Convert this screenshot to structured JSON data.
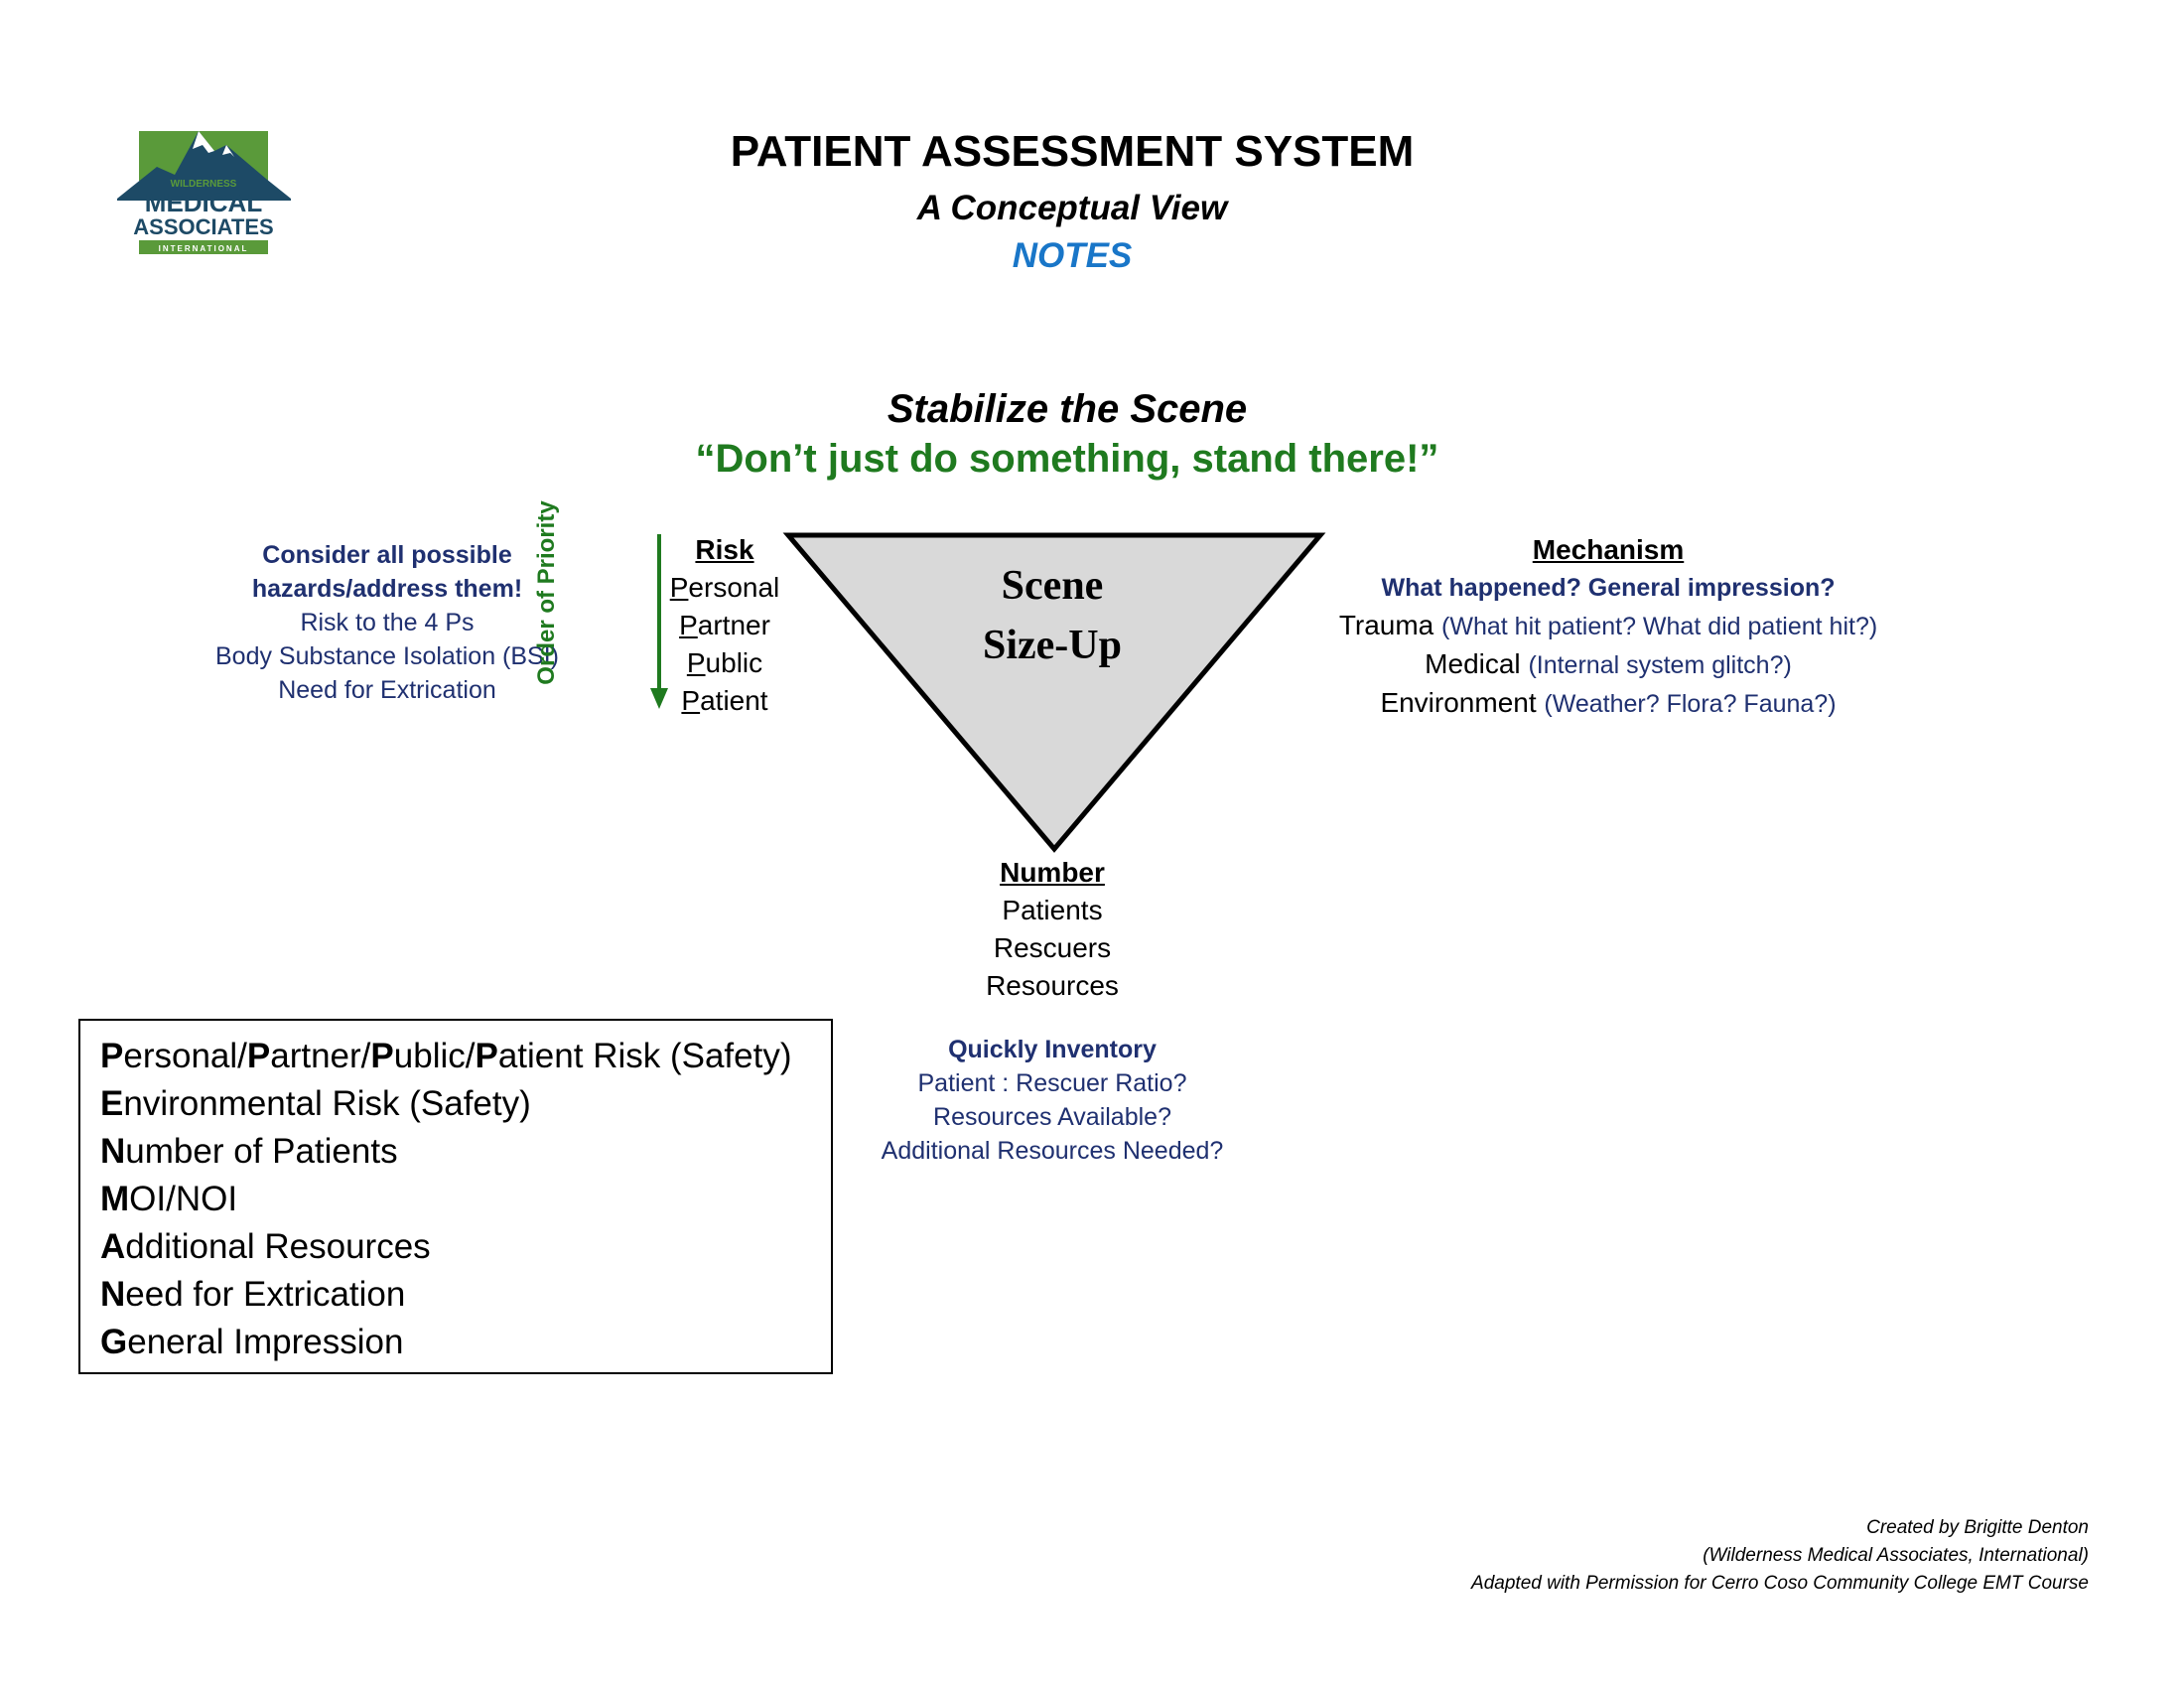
{
  "header": {
    "title": "PATIENT ASSESSMENT SYSTEM",
    "subtitle": "A Conceptual View",
    "notes_label": "NOTES"
  },
  "logo": {
    "top_word": "WILDERNESS",
    "line1": "MEDICAL",
    "line2": "ASSOCIATES",
    "bottom_word": "INTERNATIONAL",
    "colors": {
      "green": "#5a9a3a",
      "navy": "#1d4a66"
    }
  },
  "section": {
    "title": "Stabilize the Scene",
    "quote": "“Don’t just do something, stand there!”"
  },
  "hazards": {
    "line1": "Consider all possible",
    "line2": "hazards/address them!",
    "items": [
      "Risk to the 4 Ps",
      "Body Substance Isolation (BSI)",
      "Need for Extrication"
    ]
  },
  "priority": {
    "label": "Order of Priority"
  },
  "risk": {
    "heading": "Risk",
    "items": [
      {
        "first": "P",
        "rest": "ersonal"
      },
      {
        "first": "P",
        "rest": "artner"
      },
      {
        "first": "P",
        "rest": "ublic"
      },
      {
        "first": "P",
        "rest": "atient"
      }
    ]
  },
  "scene": {
    "line1": "Scene",
    "line2": "Size-Up"
  },
  "mechanism": {
    "heading": "Mechanism",
    "question": "What happened? General impression?",
    "items": [
      {
        "label": "Trauma",
        "note": "(What hit patient? What did patient hit?)"
      },
      {
        "label": "Medical",
        "note": "(Internal system glitch?)"
      },
      {
        "label": "Environment",
        "note": "(Weather? Flora? Fauna?)"
      }
    ]
  },
  "number": {
    "heading": "Number",
    "items": [
      "Patients",
      "Rescuers",
      "Resources"
    ]
  },
  "inventory": {
    "heading": "Quickly Inventory",
    "items": [
      "Patient : Rescuer Ratio?",
      "Resources Available?",
      "Additional Resources Needed?"
    ]
  },
  "mnemonic": {
    "row1": [
      {
        "bold": "P",
        "rest": "ersonal/"
      },
      {
        "bold": "P",
        "rest": "artner/"
      },
      {
        "bold": "P",
        "rest": "ublic/"
      },
      {
        "bold": "P",
        "rest": "atient Risk (Safety)"
      }
    ],
    "rows": [
      {
        "bold": "E",
        "rest": "nvironmental Risk (Safety)"
      },
      {
        "bold": "N",
        "rest": "umber of Patients"
      },
      {
        "bold": "M",
        "rest": "OI/NOI"
      },
      {
        "bold": "A",
        "rest": "dditional Resources"
      },
      {
        "bold": "N",
        "rest": "eed for Extrication"
      },
      {
        "bold": "G",
        "rest": "eneral Impression"
      }
    ]
  },
  "credits": {
    "line1": "Created by Brigitte Denton",
    "line2": "(Wilderness Medical Associates, International)",
    "line3": "Adapted with Permission for Cerro Coso Community College EMT Course"
  },
  "colors": {
    "accent_blue": "#1976c8",
    "quote_green": "#1f7a1f",
    "note_navy": "#1f3070",
    "triangle_fill": "#d9d9d9"
  }
}
